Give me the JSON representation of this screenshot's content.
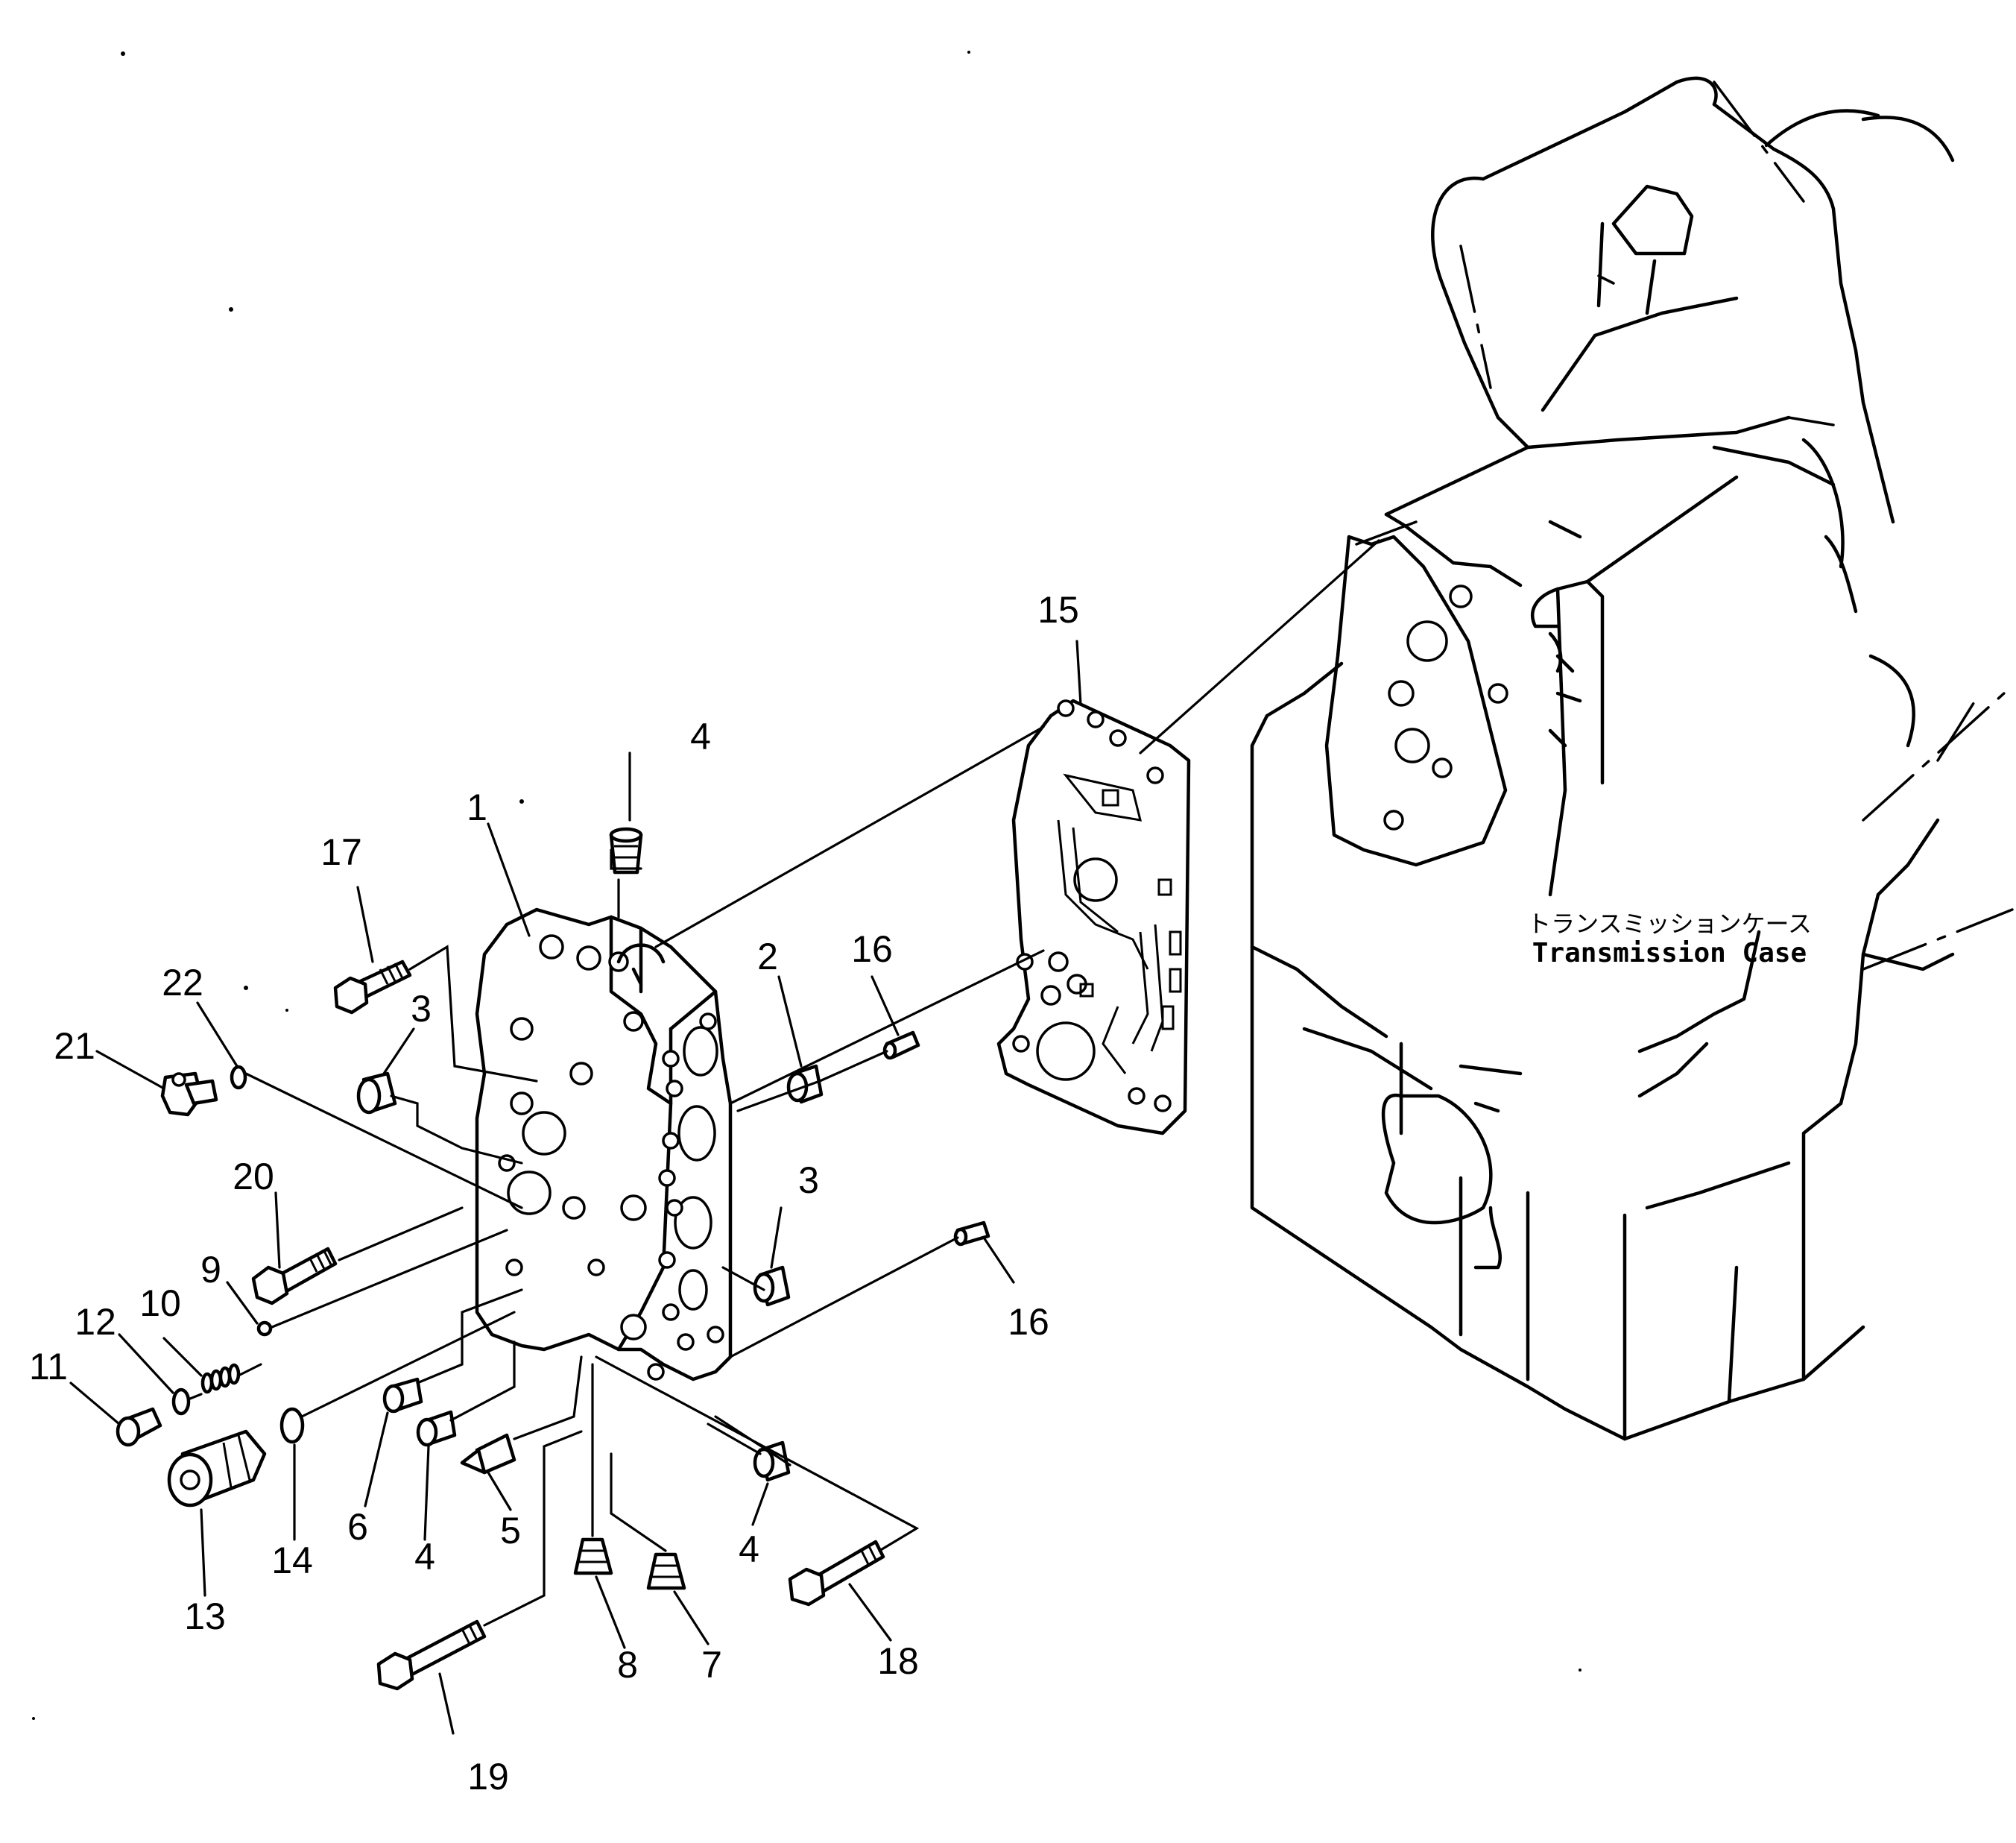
{
  "diagram": {
    "case_label_jp": "トランスミッションケース",
    "case_label_en": "Transmission  Case",
    "callouts": [
      "1",
      "2",
      "3",
      "3",
      "4",
      "4",
      "4",
      "5",
      "6",
      "7",
      "8",
      "9",
      "10",
      "11",
      "12",
      "13",
      "14",
      "15",
      "16",
      "16",
      "17",
      "18",
      "19",
      "20",
      "21",
      "22"
    ]
  }
}
